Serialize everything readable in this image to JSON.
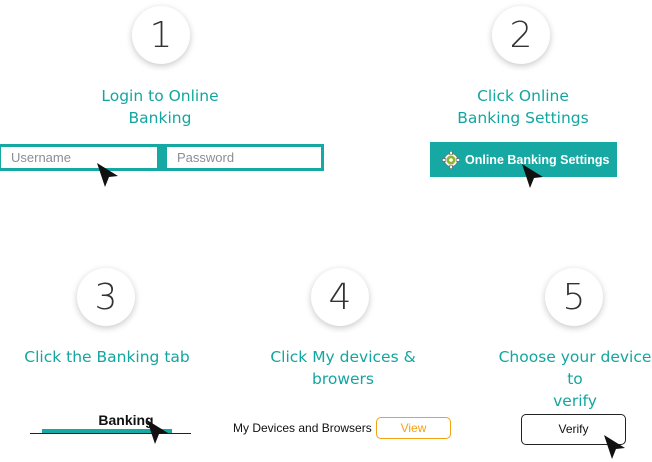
{
  "steps": [
    {
      "number": "1",
      "label_lines": [
        "Login to Online",
        "Banking"
      ]
    },
    {
      "number": "2",
      "label_lines": [
        "Click Online",
        "Banking Settings"
      ]
    },
    {
      "number": "3",
      "label_lines": [
        "Click the Banking tab"
      ]
    },
    {
      "number": "4",
      "label_lines": [
        "Click My devices &",
        "browers"
      ]
    },
    {
      "number": "5",
      "label_lines": [
        "Choose your device to",
        "verify"
      ]
    }
  ],
  "login": {
    "username_placeholder": "Username",
    "password_placeholder": "Password"
  },
  "settings": {
    "button_label": "Online Banking Settings"
  },
  "banking": {
    "tab_label": "Banking"
  },
  "devices": {
    "label": "My Devices and Browsers",
    "view_label": "View"
  },
  "verify": {
    "button_label": "Verify"
  },
  "colors": {
    "teal": "#16a9a3",
    "label_teal": "#13a6a0",
    "orange": "#f2a313"
  },
  "icons": {
    "cursor": "arrow-cursor-icon",
    "settings": "gear-icon"
  }
}
